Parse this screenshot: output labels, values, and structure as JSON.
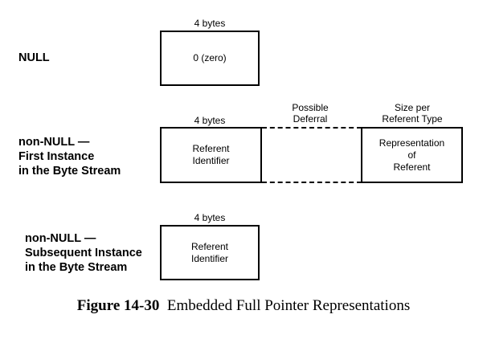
{
  "rows": {
    "null_row": {
      "label": [
        "NULL"
      ],
      "size_label": "4 bytes",
      "box_text": [
        "0 (zero)"
      ]
    },
    "first_instance": {
      "label": [
        "non-NULL —",
        "First Instance",
        "in the Byte Stream"
      ],
      "size_label": "4 bytes",
      "box_text": [
        "Referent",
        "Identifier"
      ],
      "deferral_label": [
        "Possible",
        "Deferral"
      ],
      "referent_size_label": [
        "Size per",
        "Referent Type"
      ],
      "referent_box_text": [
        "Representation",
        "of",
        "Referent"
      ]
    },
    "subsequent_instance": {
      "label": [
        "non-NULL —",
        "Subsequent Instance",
        "in the Byte Stream"
      ],
      "size_label": "4 bytes",
      "box_text": [
        "Referent",
        "Identifier"
      ]
    }
  },
  "caption": {
    "figure_number": "Figure 14-30",
    "title": "Embedded Full Pointer Representations"
  }
}
